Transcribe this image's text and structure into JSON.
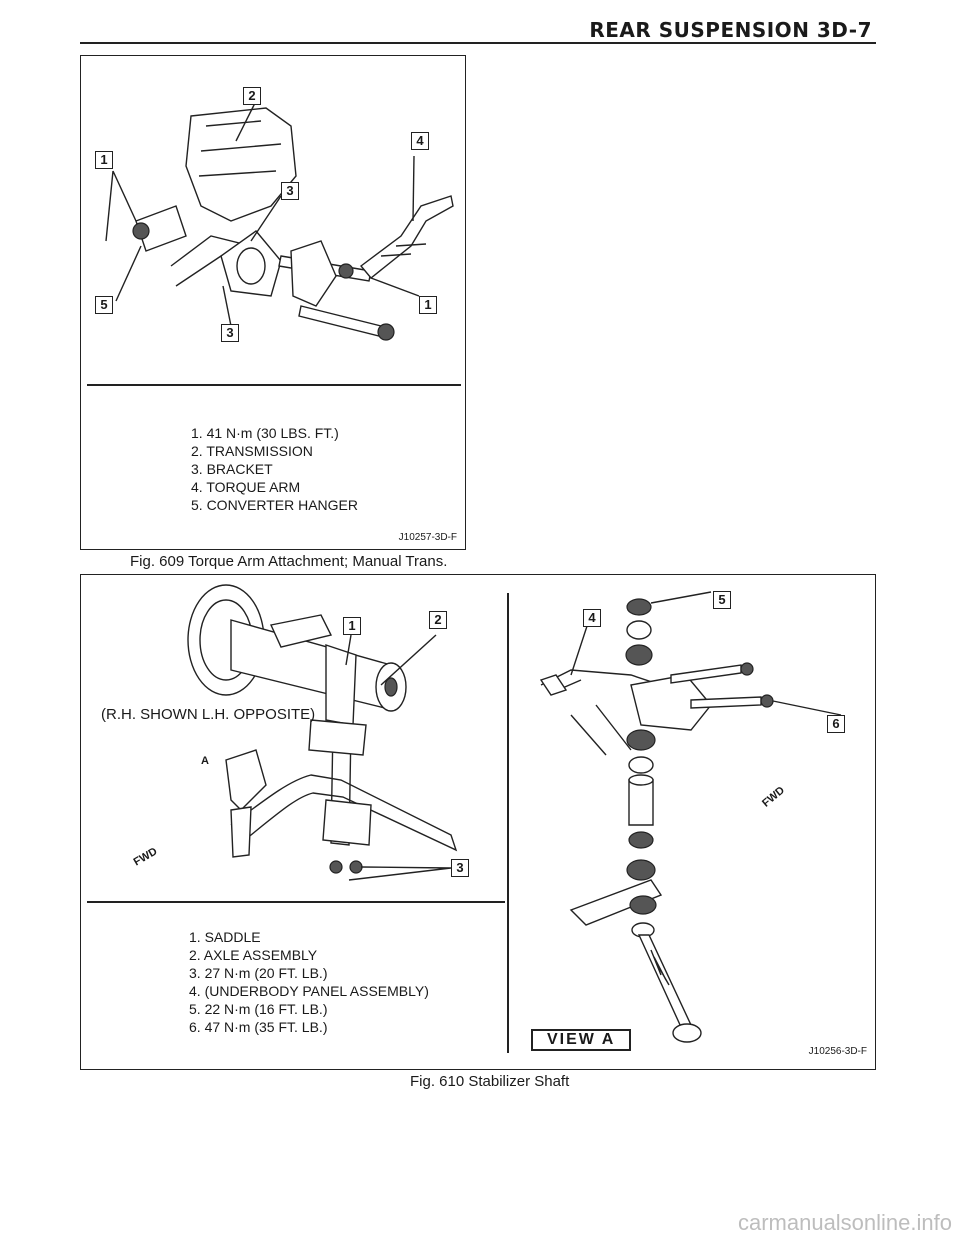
{
  "header": {
    "title": "REAR SUSPENSION 3D-7"
  },
  "fig609": {
    "legend": [
      "1. 41 N·m (30 LBS. FT.)",
      "2. TRANSMISSION",
      "3. BRACKET",
      "4. TORQUE ARM",
      "5. CONVERTER HANGER"
    ],
    "part_number": "J10257-3D-F",
    "caption": "Fig. 609 Torque Arm Attachment; Manual Trans.",
    "callouts": [
      "2",
      "4",
      "1",
      "3",
      "5",
      "1",
      "3"
    ]
  },
  "fig610": {
    "note": "(R.H. SHOWN L.H. OPPOSITE)",
    "legend": [
      "1. SADDLE",
      "2. AXLE ASSEMBLY",
      "3. 27 N·m (20 FT. LB.)",
      "4. (UNDERBODY PANEL ASSEMBLY)",
      "5. 22 N·m (16 FT. LB.)",
      "6. 47 N·m (35 FT. LB.)"
    ],
    "view_label": "VIEW A",
    "part_number": "J10256-3D-F",
    "caption": "Fig. 610 Stabilizer Shaft",
    "callouts_left": [
      "1",
      "2",
      "3"
    ],
    "callouts_right": [
      "5",
      "4",
      "6"
    ],
    "view_a_marker": "A",
    "fwd_label": "FWD"
  },
  "watermark": "carmanualsonline.info"
}
